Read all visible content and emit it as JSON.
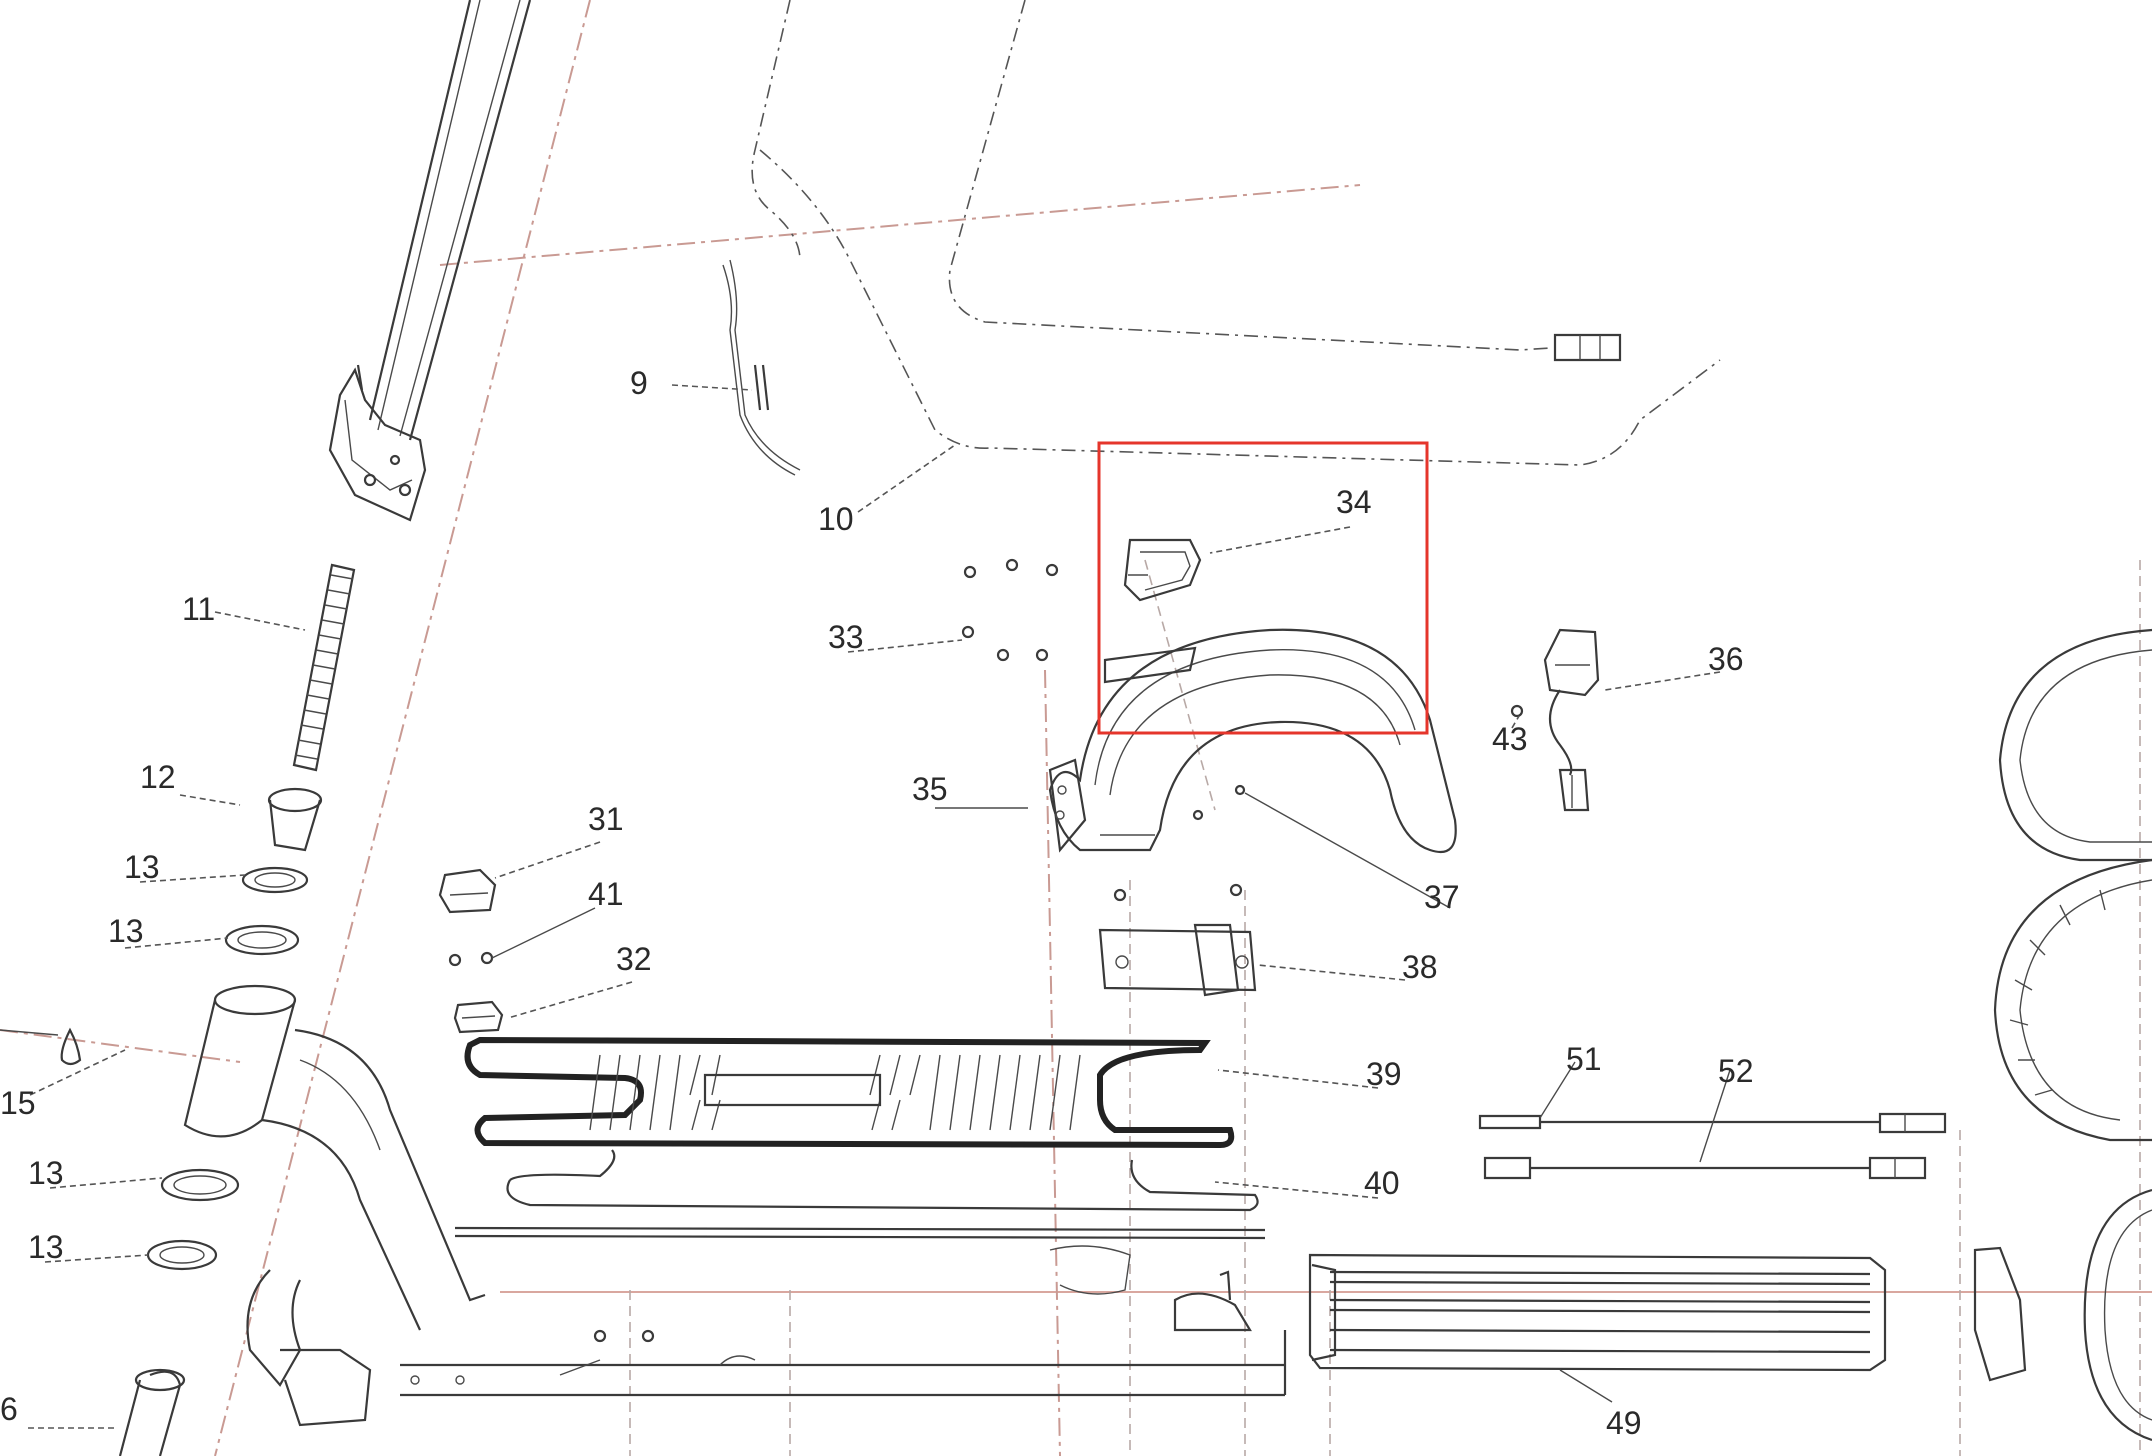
{
  "diagram": {
    "highlight_color": "#e5352b",
    "callouts": [
      {
        "id": "9",
        "text": "9"
      },
      {
        "id": "10",
        "text": "10"
      },
      {
        "id": "11",
        "text": "11"
      },
      {
        "id": "12",
        "text": "12"
      },
      {
        "id": "13a",
        "text": "13"
      },
      {
        "id": "13b",
        "text": "13"
      },
      {
        "id": "13c",
        "text": "13"
      },
      {
        "id": "13d",
        "text": "13"
      },
      {
        "id": "15",
        "text": "15"
      },
      {
        "id": "6",
        "text": "6"
      },
      {
        "id": "31",
        "text": "31"
      },
      {
        "id": "32",
        "text": "32"
      },
      {
        "id": "33",
        "text": "33"
      },
      {
        "id": "34",
        "text": "34"
      },
      {
        "id": "35",
        "text": "35"
      },
      {
        "id": "36",
        "text": "36"
      },
      {
        "id": "37",
        "text": "37"
      },
      {
        "id": "38",
        "text": "38"
      },
      {
        "id": "39",
        "text": "39"
      },
      {
        "id": "40",
        "text": "40"
      },
      {
        "id": "41",
        "text": "41"
      },
      {
        "id": "43",
        "text": "43"
      },
      {
        "id": "49",
        "text": "49"
      },
      {
        "id": "51",
        "text": "51"
      },
      {
        "id": "52",
        "text": "52"
      }
    ]
  }
}
